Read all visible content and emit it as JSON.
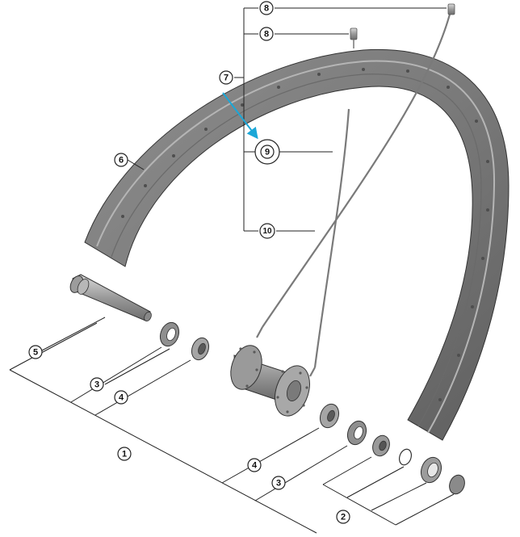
{
  "diagram": {
    "type": "exploded-parts-diagram",
    "subject": "bicycle wheel assembly",
    "highlight_color": "#1aa7d8",
    "highlighted_part": "9",
    "callouts": [
      {
        "id": "c8a",
        "label": "8"
      },
      {
        "id": "c8b",
        "label": "8"
      },
      {
        "id": "c7",
        "label": "7"
      },
      {
        "id": "c9",
        "label": "9"
      },
      {
        "id": "c10",
        "label": "10"
      },
      {
        "id": "c6",
        "label": "6"
      },
      {
        "id": "c5",
        "label": "5"
      },
      {
        "id": "c3a",
        "label": "3"
      },
      {
        "id": "c4a",
        "label": "4"
      },
      {
        "id": "c1",
        "label": "1"
      },
      {
        "id": "c4b",
        "label": "4"
      },
      {
        "id": "c3b",
        "label": "3"
      },
      {
        "id": "c2",
        "label": "2"
      }
    ]
  }
}
